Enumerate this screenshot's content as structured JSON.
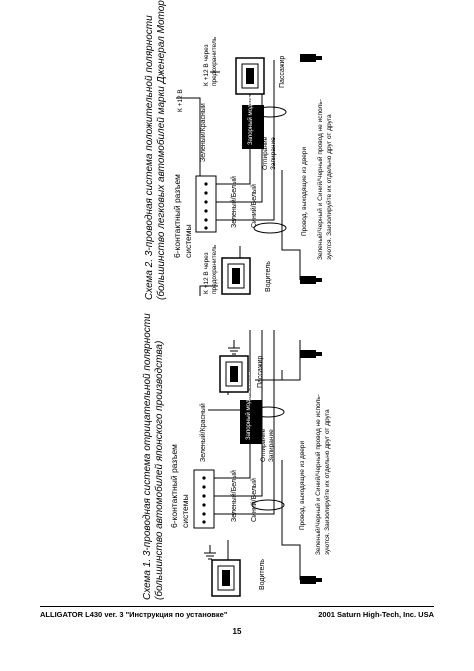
{
  "diagram1": {
    "title": "Схема 1. 3-проводная система отрицательной полярности",
    "subtitle": "(большинство автомобилей японского производства)",
    "connector": "6-контактный разъем",
    "connector2": "системы",
    "green_red": "Зеленый/Красный",
    "green_white": "Зеленый/Белый",
    "blue_white": "Синий/Белый",
    "lock_module": "Запорный модуль замка",
    "unlock": "Отпирание",
    "lock": "Запирание",
    "driver": "Водитель",
    "passenger": "Пассажир",
    "note_wires": "Провод, выходящие из двери",
    "note_a": "Зеленый/Черный и Синий/Черный провод не исполь-",
    "note_b": "зуются. Заизолируйте их отдельно друг от друга"
  },
  "diagram2": {
    "title": "Схема 2. 3-проводная система положительной полярности",
    "subtitle": "(большинство легковых автомобилей марки Дженерал Моторс)",
    "connector": "6-контактный разъем",
    "connector2": "системы",
    "green_red": "Зеленый/Красный",
    "green_white": "Зеленый/Белый",
    "blue_white": "Синий/Белый",
    "lock_module": "Запорный модуль замка",
    "unlock": "Отпирание",
    "lock": "Запирание",
    "driver": "Водитель",
    "passenger": "Пассажир",
    "v12_a": "К +12 В через",
    "v12_b": "предохранитель",
    "v12_c": "К +12 В",
    "note_wires": "Провод, выходящие из двери",
    "note_a": "Зеленый/Черный и Синий/Черный провод не исполь-",
    "note_b": "зуются. Заизолируйте их отдельно друг от друга"
  },
  "footer": {
    "left": "ALLIGATOR L430 ver. 3  \"Инструкция по установке\"",
    "right": "2001 Saturn High-Tech, Inc. USA",
    "page": "15"
  }
}
